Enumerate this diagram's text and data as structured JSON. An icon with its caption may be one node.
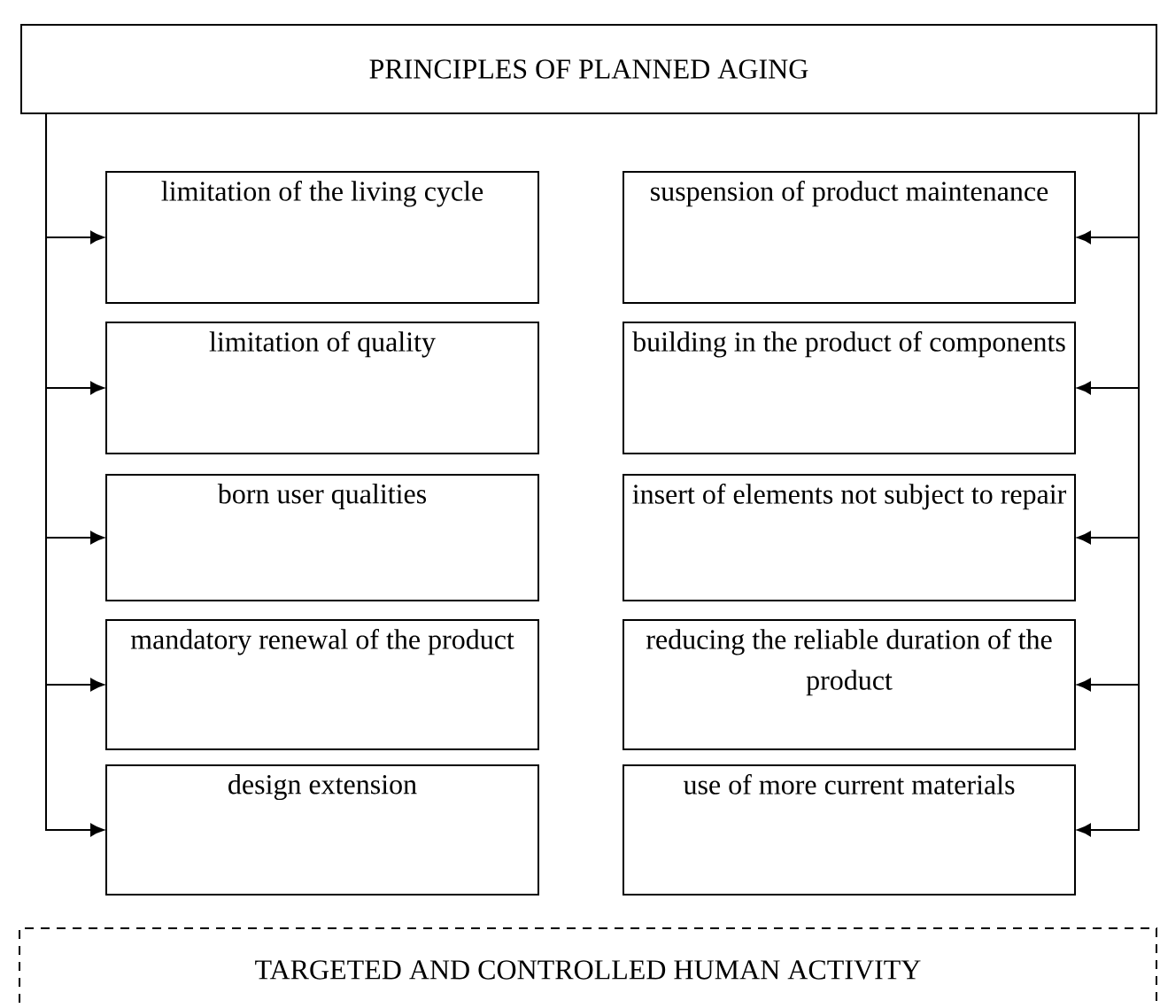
{
  "diagram": {
    "nodes": [
      {
        "text": [
          "PRINCIPLES OF PLANNED AGING"
        ]
      },
      {
        "text": [
          "limitation of the living cycle"
        ]
      },
      {
        "text": [
          "limitation of quality"
        ]
      },
      {
        "text": [
          "born user qualities"
        ]
      },
      {
        "text": [
          "mandatory renewal of the product"
        ]
      },
      {
        "text": [
          "design extension"
        ]
      },
      {
        "text": [
          "suspension of product maintenance"
        ]
      },
      {
        "text": [
          "building in the product of components"
        ]
      },
      {
        "text": [
          "insert of elements not subject to repair"
        ]
      },
      {
        "text": [
          "reducing the reliable duration of the product"
        ]
      },
      {
        "text": [
          "use of more current materials"
        ]
      },
      {
        "text": [
          "TARGETED AND CONTROLLED HUMAN ACTIVITY"
        ]
      }
    ],
    "edges": [
      {
        "from": 0,
        "to": 1,
        "arrow": "to"
      },
      {
        "from": 0,
        "to": 2,
        "arrow": "to"
      },
      {
        "from": 0,
        "to": 3,
        "arrow": "to"
      },
      {
        "from": 0,
        "to": 4,
        "arrow": "to"
      },
      {
        "from": 0,
        "to": 5,
        "arrow": "to"
      },
      {
        "from": 0,
        "to": 6,
        "arrow": "to"
      },
      {
        "from": 0,
        "to": 7,
        "arrow": "to"
      },
      {
        "from": 0,
        "to": 8,
        "arrow": "to"
      },
      {
        "from": 0,
        "to": 9,
        "arrow": "to"
      },
      {
        "from": 0,
        "to": 10,
        "arrow": "to"
      }
    ]
  }
}
